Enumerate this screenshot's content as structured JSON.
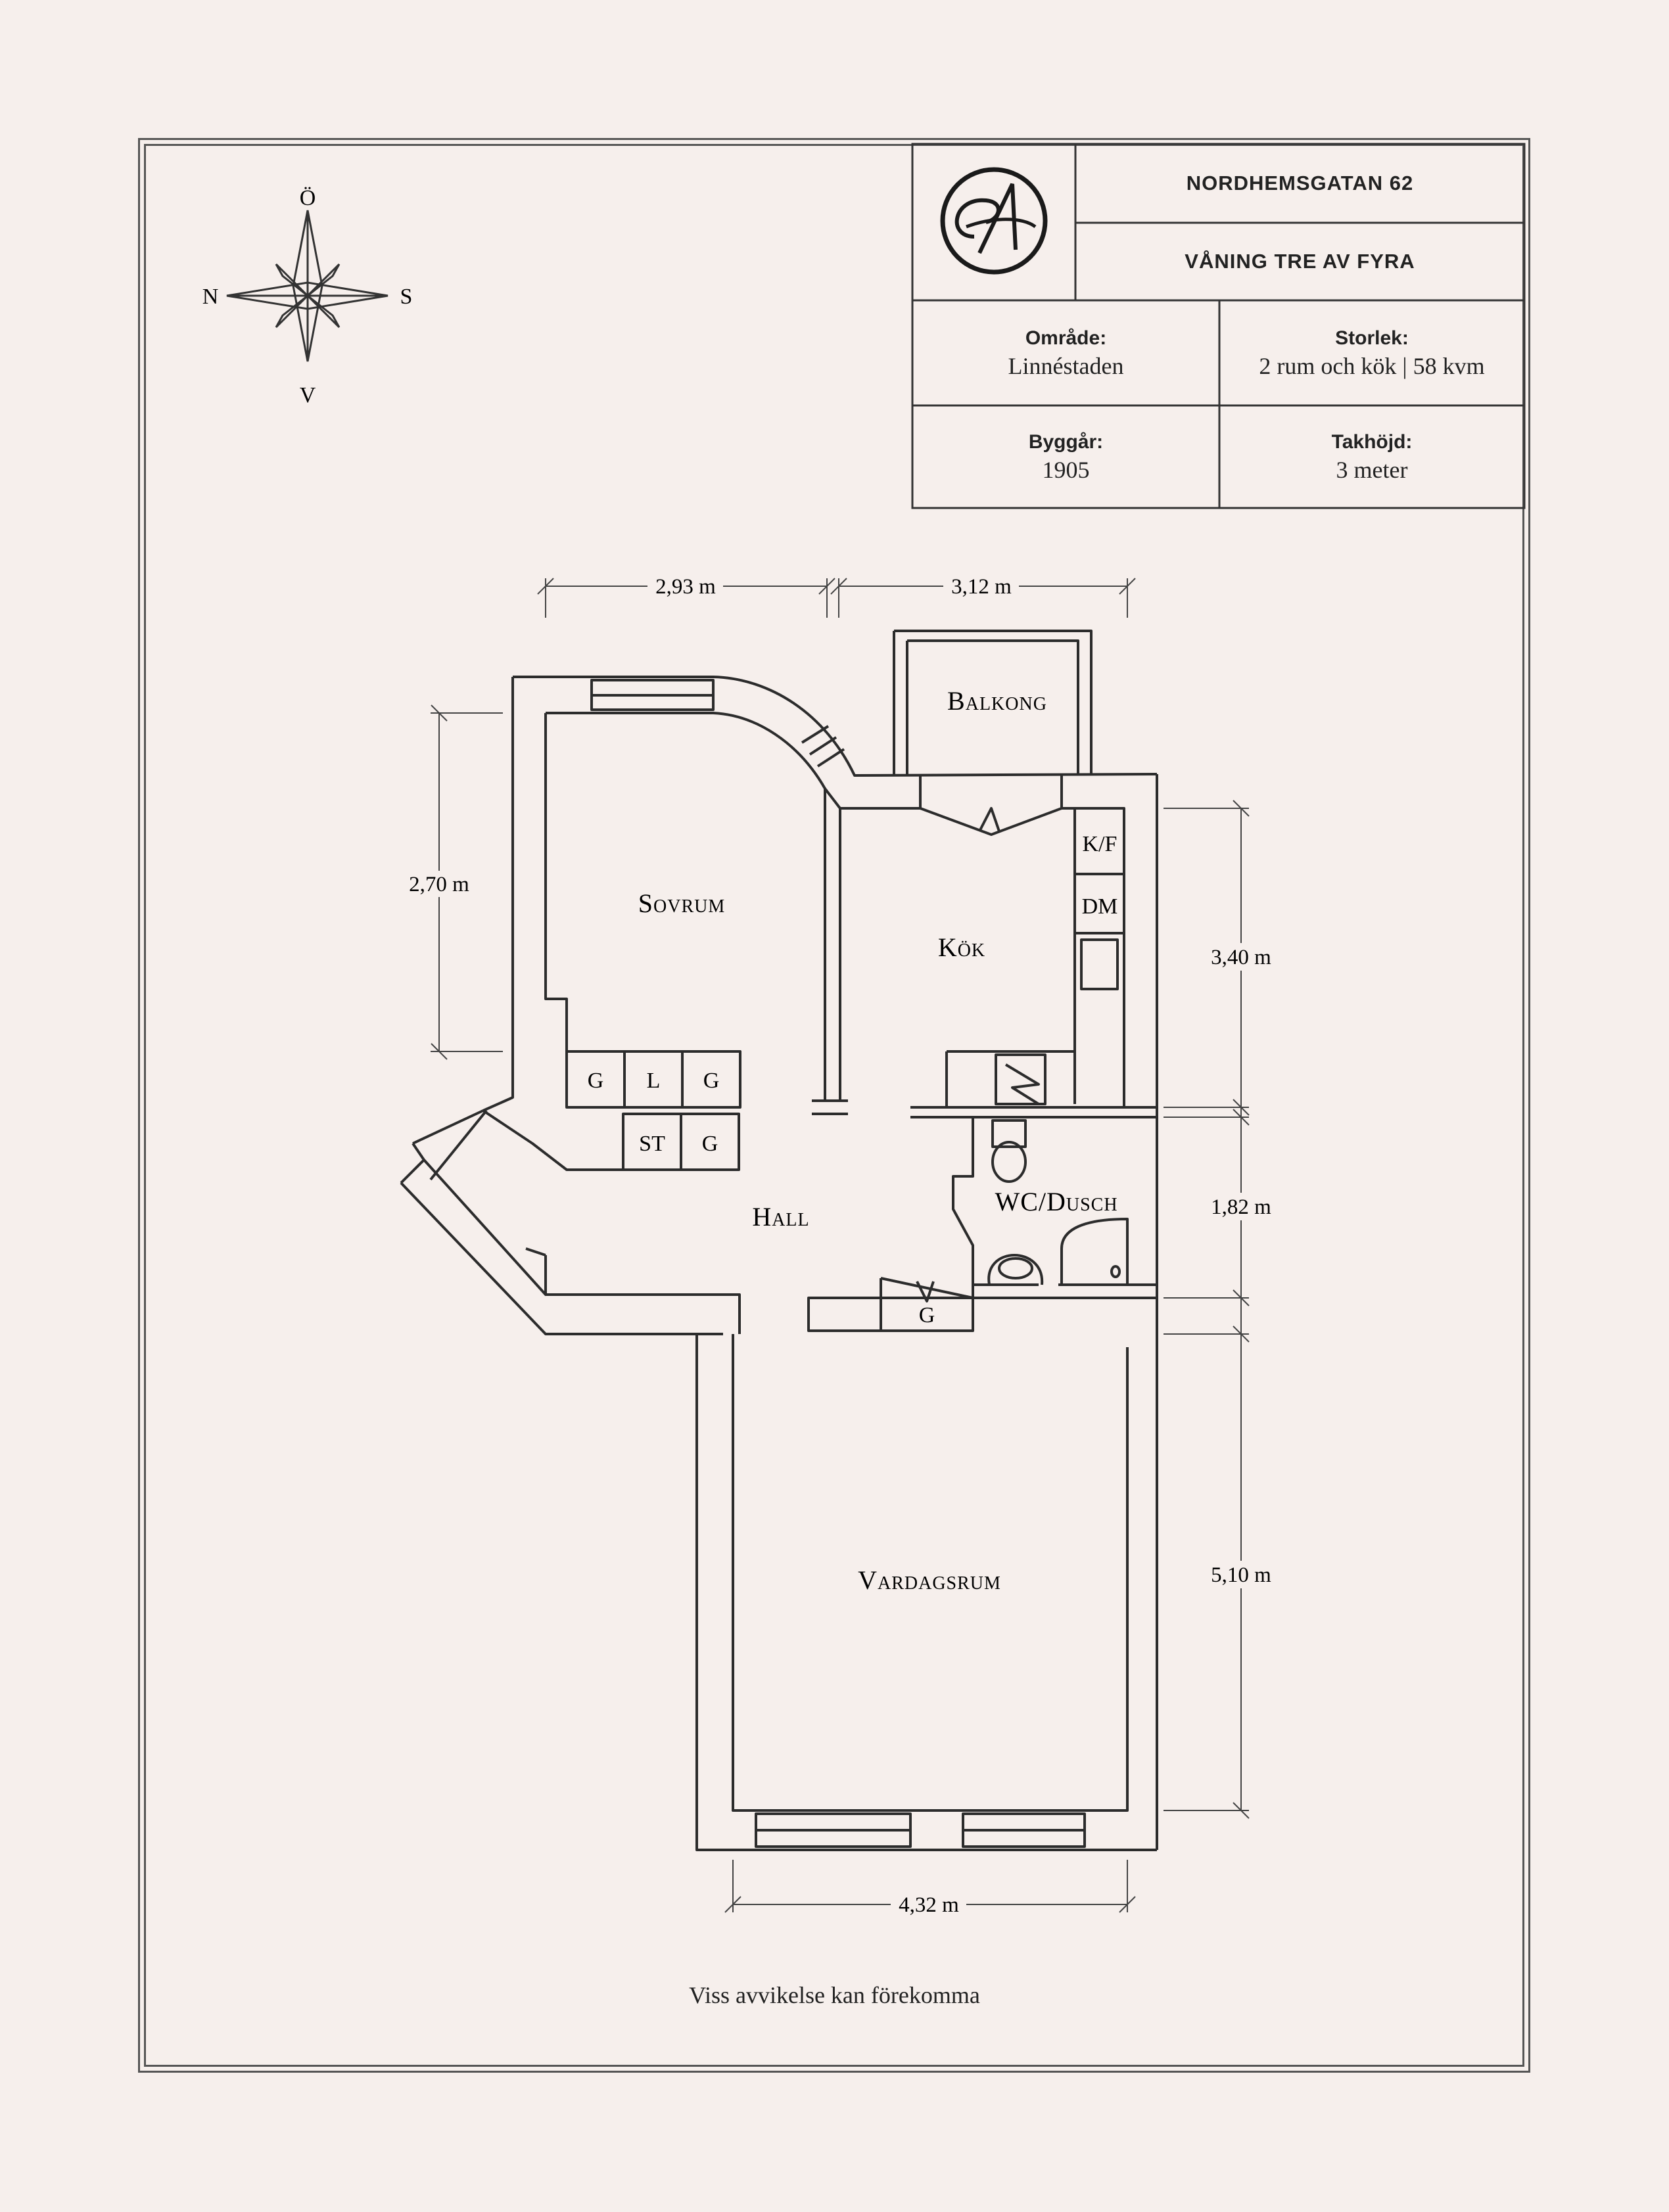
{
  "title_block": {
    "address": "NORDHEMSGATAN 62",
    "floor": "VÅNING TRE AV FYRA",
    "area_label": "Område:",
    "area_value": "Linnéstaden",
    "size_label": "Storlek:",
    "size_value": "2 rum och kök | 58 kvm",
    "built_label": "Byggår:",
    "built_value": "1905",
    "ceiling_label": "Takhöjd:",
    "ceiling_value": "3 meter"
  },
  "logo_icon": "monogram-a-logo",
  "compass": {
    "north": "N",
    "east": "Ö",
    "south": "S",
    "west": "V"
  },
  "rooms": {
    "balkong": "Balkong",
    "sovrum": "Sovrum",
    "kok": "Kök",
    "hall": "Hall",
    "wc": "WC/Dusch",
    "vardagsrum": "Vardagsrum"
  },
  "fixtures": {
    "kf": "K/F",
    "dm": "DM",
    "g1": "G",
    "l": "L",
    "g2": "G",
    "st": "ST",
    "g3": "G",
    "g4": "G"
  },
  "dimensions": {
    "top_left": "2,93 m",
    "top_right": "3,12 m",
    "left": "2,70 m",
    "right_kitchen": "3,40 m",
    "right_wc": "1,82 m",
    "right_living": "5,10 m",
    "bottom": "4,32 m"
  },
  "disclaimer": "Viss avvikelse kan förekomma"
}
